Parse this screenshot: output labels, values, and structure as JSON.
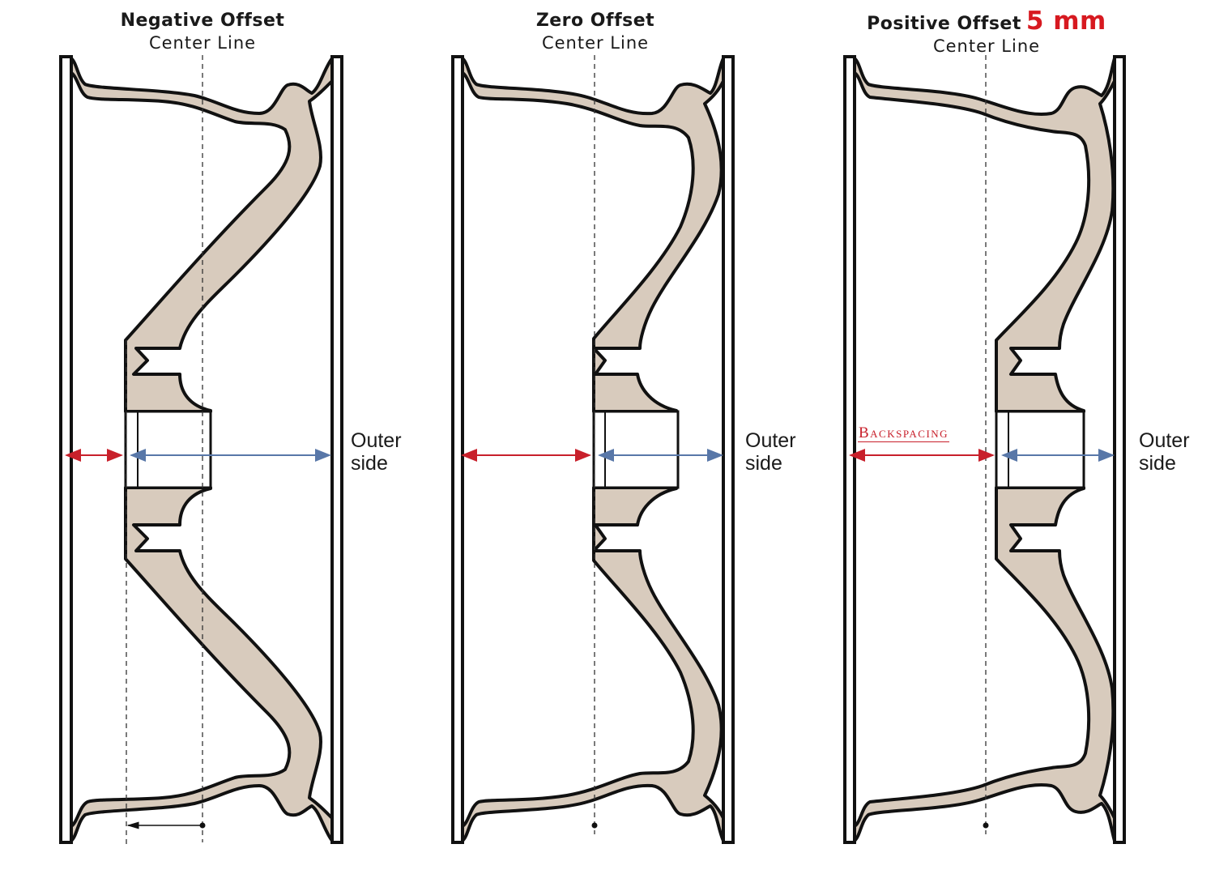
{
  "panels": [
    {
      "title": "Negative Offset",
      "subtitle": "Center Line",
      "outer_label": [
        "Outer",
        "side"
      ]
    },
    {
      "title": "Zero Offset",
      "subtitle": "Center Line",
      "outer_label": [
        "Outer",
        "side"
      ]
    },
    {
      "title": "Positive Offset",
      "title_accent": "5 mm",
      "subtitle": "Center Line",
      "outer_label": [
        "Outer",
        "side"
      ],
      "dimension_label": "Backspacing"
    }
  ],
  "colors": {
    "wheel_fill": "#d8cbbd",
    "outline": "#111111",
    "backspacing_arrow": "#c8202b",
    "offset_arrow": "#5877a8",
    "accent_text": "#d71920"
  }
}
